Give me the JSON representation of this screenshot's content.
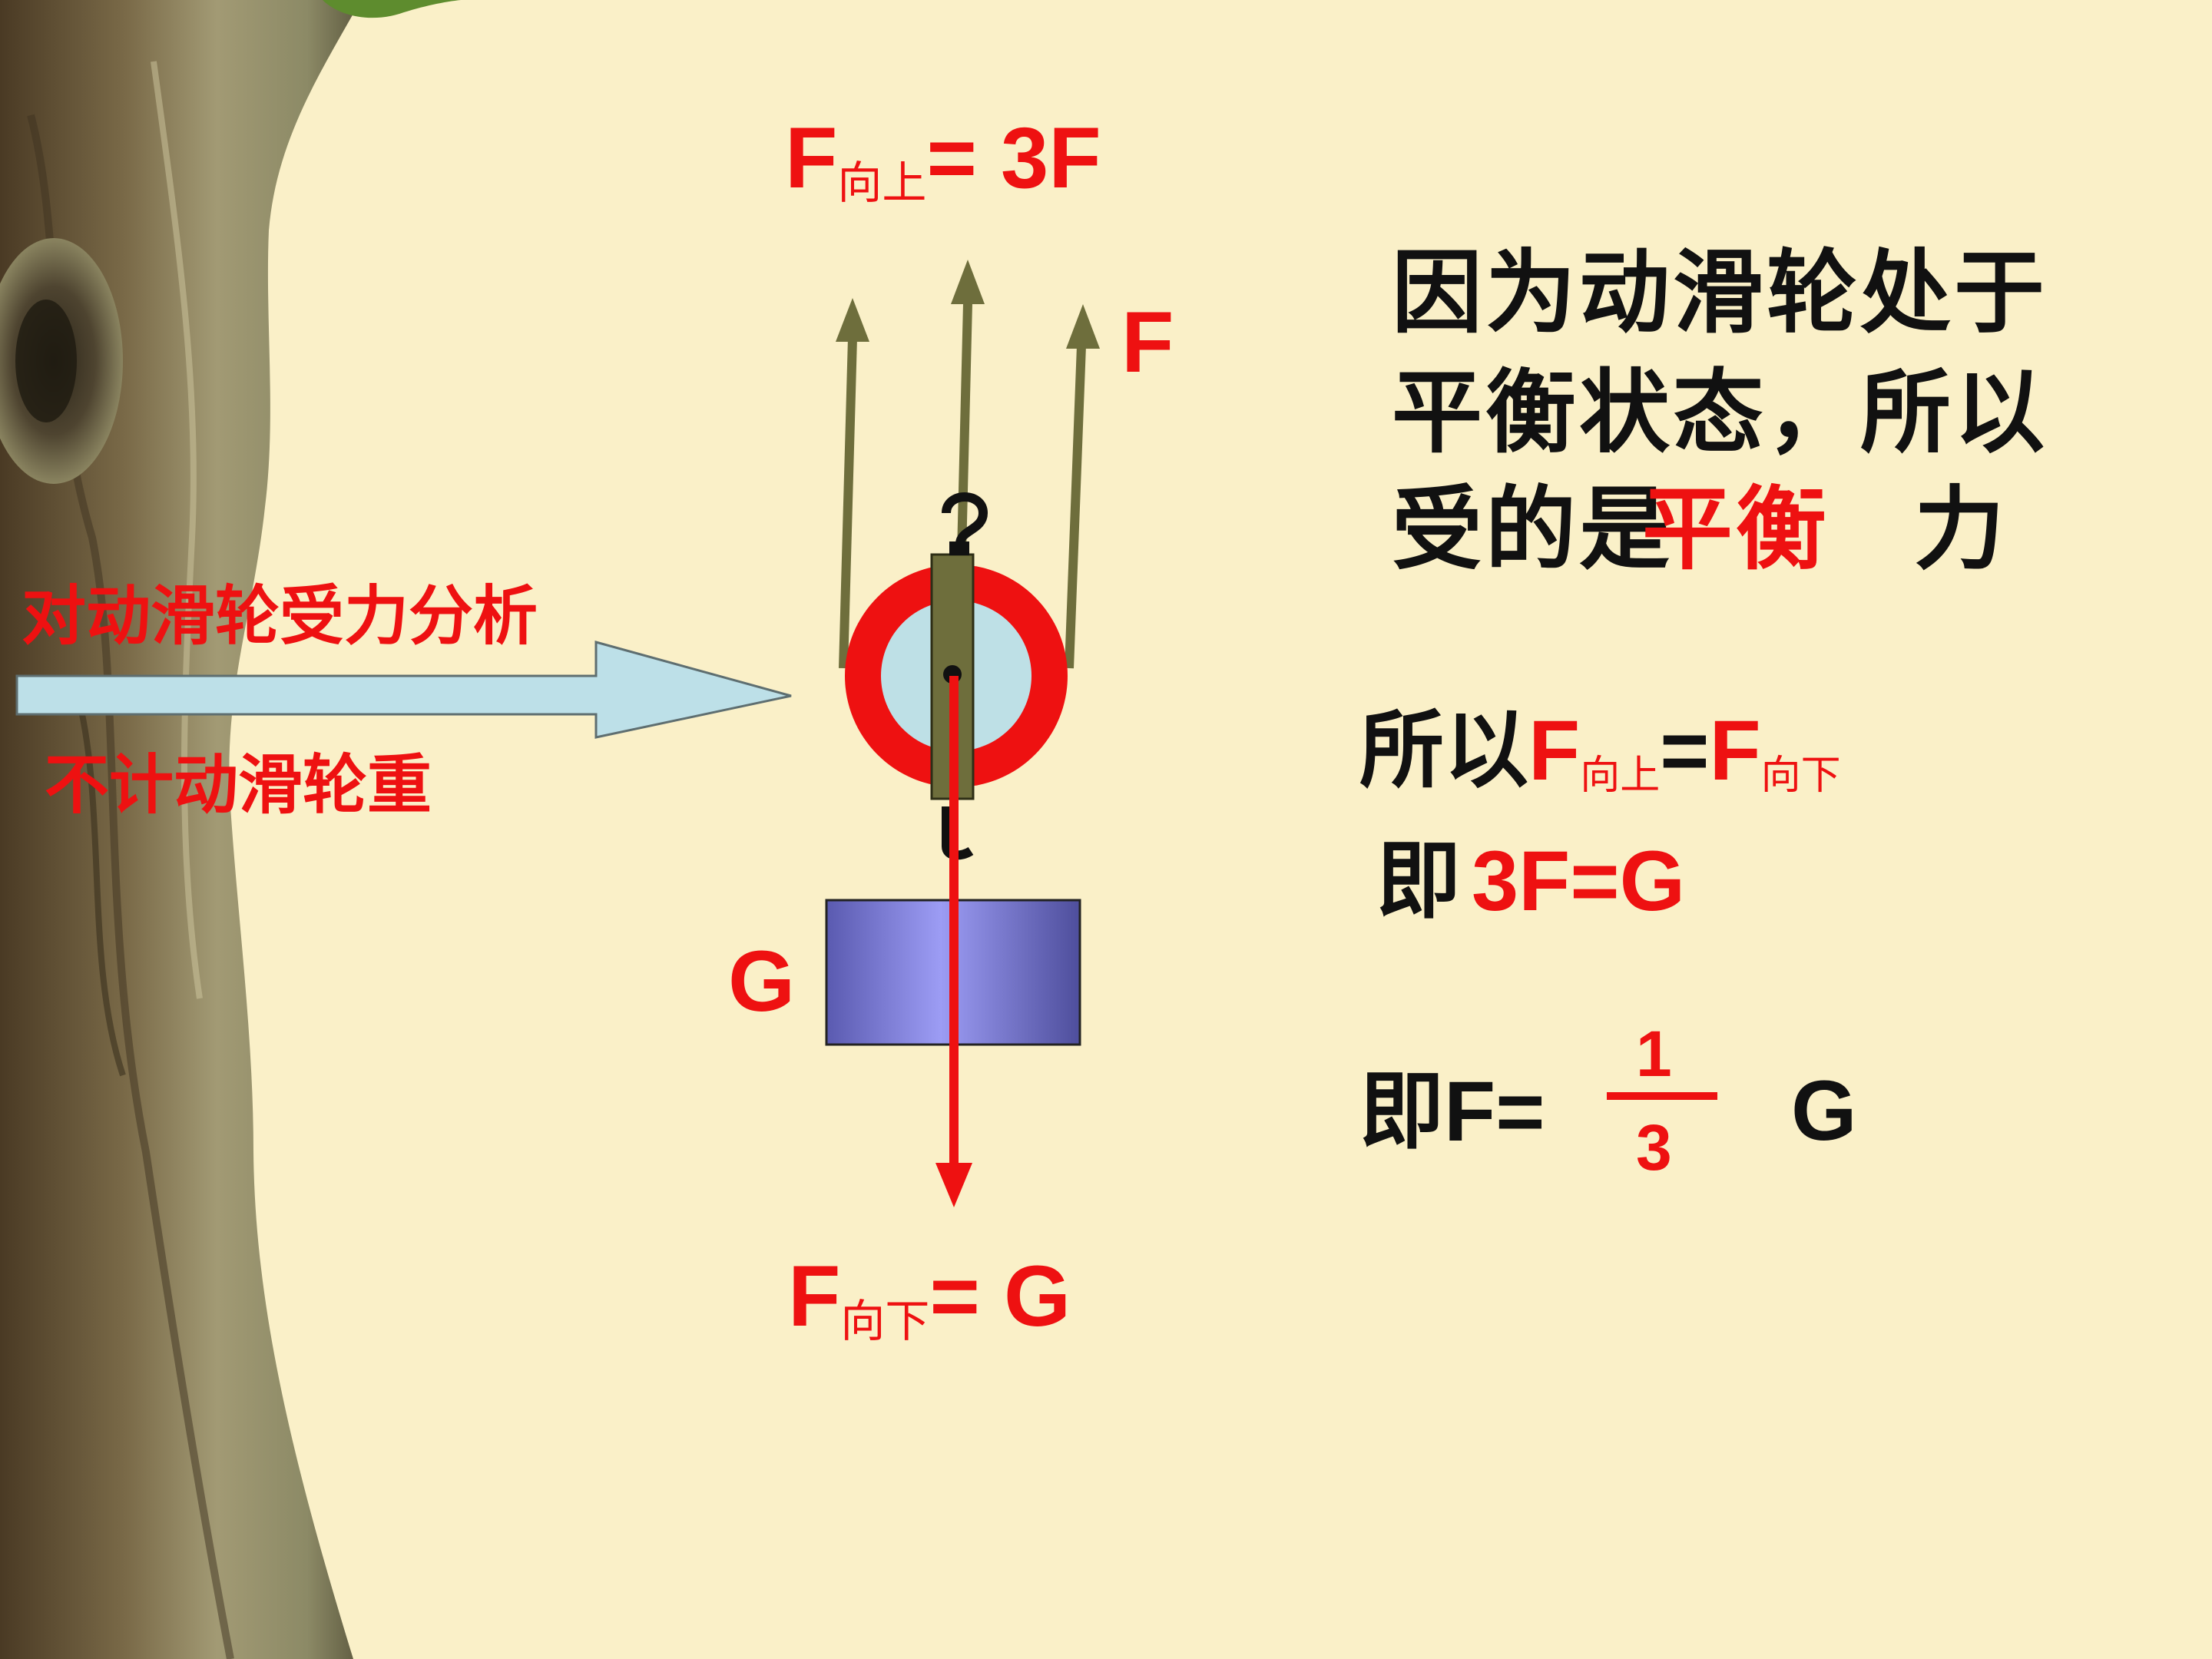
{
  "colors": {
    "background": "#FAF0C8",
    "red": "#EE1111",
    "rope": "#6E6E3C",
    "pulley_ring": "#EE1111",
    "pulley_inner": "#BEE0E6",
    "weight": "#8C8CE8",
    "arrow_fill": "#BDE0E8"
  },
  "diagram": {
    "up_force_label": {
      "F": "F",
      "sub": "向上",
      "rest": "= 3F"
    },
    "down_force_label": {
      "F": "F",
      "sub": "向下",
      "rest": "= G"
    },
    "rope_force_label": "F",
    "weight_label": "G"
  },
  "left": {
    "analysis_label": "对动滑轮受力分析",
    "ignore_weight_label": "不计动滑轮重"
  },
  "explanation": {
    "line1": "因为动滑轮处于",
    "line2": "平衡状态，所以",
    "line3_prefix": "受的是",
    "line3_highlight": "平衡",
    "line3_suffix": "力"
  },
  "equations": {
    "eq1": {
      "prefix": "所以",
      "F1": "F",
      "sub1": "向上",
      "eq": "=",
      "F2": "F",
      "sub2": "向下"
    },
    "eq2": {
      "prefix": "即",
      "formula": "3F=G"
    },
    "eq3": {
      "prefix": "即",
      "lhs": "F=",
      "numerator": "1",
      "denominator": "3",
      "rhs": "G"
    }
  }
}
